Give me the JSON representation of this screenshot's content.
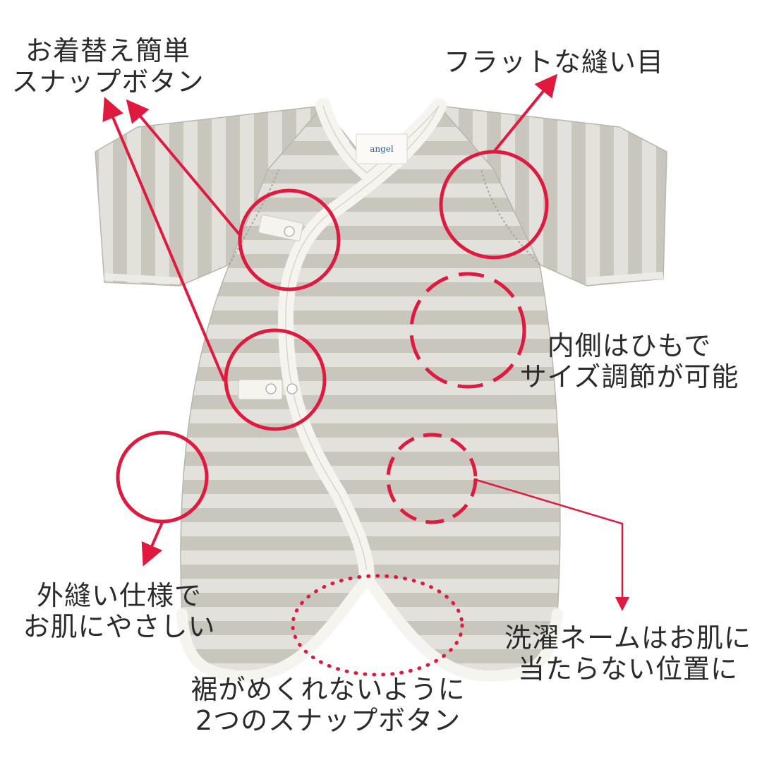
{
  "colors": {
    "accent": "#e0193f",
    "fabric": "#dcdad4",
    "stripe": "#c6c3bb",
    "trim": "#f6f4ee",
    "text": "#2b2b2b"
  },
  "garment": {
    "brand_tag": "angel"
  },
  "annotations": {
    "snap_buttons": [
      "お着替え簡単",
      "スナップボタン"
    ],
    "flat_seams": [
      "フラットな縫い目"
    ],
    "inner_ties": [
      "内側はひもで",
      "サイズ調節が可能"
    ],
    "outer_seams": [
      "外縫い仕様で",
      "お肌にやさしい"
    ],
    "wash_tag": [
      "洗濯ネームはお肌に",
      "当たらない位置に"
    ],
    "hem_snaps": [
      "裾がめくれないように",
      "2つのスナップボタン"
    ]
  }
}
